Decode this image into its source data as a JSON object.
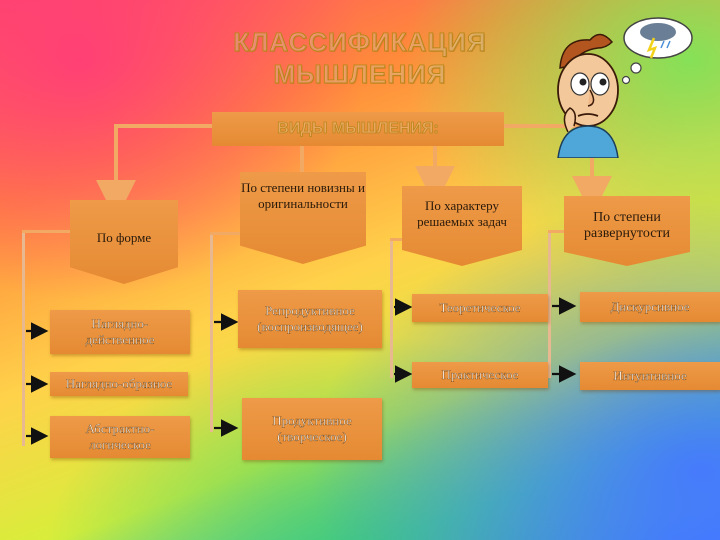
{
  "title": {
    "line1": "КЛАССИФИКАЦИЯ",
    "line2": "МЫШЛЕНИЯ"
  },
  "root": "ВИДЫ МЫШЛЕНИЯ:",
  "categories": {
    "form": "По форме",
    "novelty": "По степени новизны и оригинальности",
    "tasks": "По характеру решаемых задач",
    "detail": "По степени развернутости"
  },
  "form_items": [
    "Наглядно-действенное",
    "Наглядно-образное",
    "Абстрактно-логическое"
  ],
  "novelty_items": [
    "Репродуктивное (воспроизводящее)",
    "Продуктивное (творческое)"
  ],
  "tasks_items": [
    "Теоретическое",
    "Практическое"
  ],
  "detail_items": [
    "Дискурсивное",
    "Интуитивное"
  ],
  "colors": {
    "box": "#e8913b",
    "connector": "#f1a963",
    "arrow": "#111111"
  }
}
